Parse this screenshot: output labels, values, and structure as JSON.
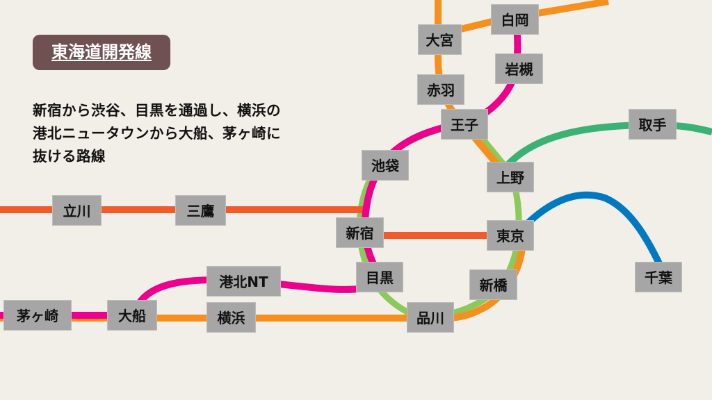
{
  "title": "東海道開発線",
  "description": "新宿から渋谷、目黒を通過し、横浜の\n港北ニュータウンから大船、茅ヶ崎に\n抜ける路線",
  "colors": {
    "background": "#f2efe8",
    "title_bg": "#6e5150",
    "orange": "#f5901e",
    "pink": "#ec008c",
    "yamanote_green": "#8cc85a",
    "chuo_red": "#f15a29",
    "joban_green": "#3bb273",
    "sobu_blue": "#0079c1",
    "station_bg": "#a6a6a6"
  },
  "stations": {
    "shiraoka": "白岡",
    "omiya": "大宮",
    "iwatsuki": "岩槻",
    "akabane": "赤羽",
    "oji": "王子",
    "toride": "取手",
    "ikebukuro": "池袋",
    "ueno": "上野",
    "shinjuku": "新宿",
    "tokyo": "東京",
    "meguro": "目黒",
    "shimbashi": "新橋",
    "chiba": "千葉",
    "shinagawa": "品川",
    "tachikawa": "立川",
    "mitaka": "三鷹",
    "kohoku_nt": "港北NT",
    "chigasaki": "茅ヶ崎",
    "ofuna": "大船",
    "yokohama": "横浜"
  }
}
